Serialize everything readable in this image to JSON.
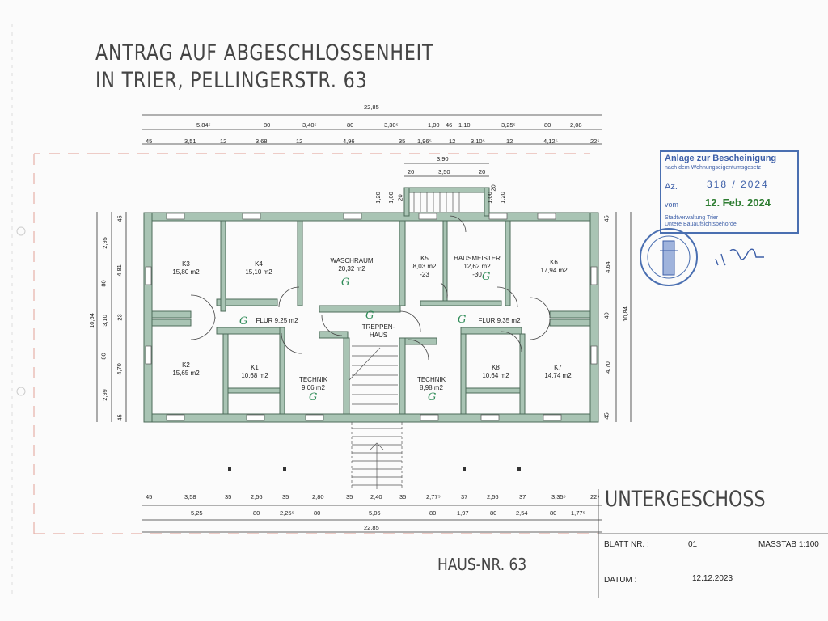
{
  "header": {
    "line1": "ANTRAG AUF ABGESCHLOSSENHEIT",
    "line2": "IN TRIER, PELLINGERSTR. 63"
  },
  "dims_top": {
    "total": "22,85",
    "row2": [
      "5,84⁵",
      "80",
      "3,40⁵",
      "80",
      "3,30⁵",
      "1,00",
      "46",
      "1,10",
      "3,25⁵",
      "80",
      "2,08"
    ],
    "row3": [
      "45",
      "3,51",
      "12",
      "3,68",
      "12",
      "4,96",
      "35",
      "1,96⁵",
      "12",
      "3,10⁵",
      "12",
      "4,12⁵",
      "22⁵"
    ],
    "stair": [
      "3,90",
      "20",
      "3,50",
      "20",
      "1,20",
      "1,00",
      "20",
      "1,00",
      "20",
      "1,20"
    ]
  },
  "dims_left": [
    "45",
    "2,95",
    "4,81",
    "80",
    "10,64",
    "23",
    "3,10",
    "80",
    "4,70",
    "2,99",
    "45"
  ],
  "dims_right": [
    "45",
    "4,64",
    "40",
    "10,84",
    "4,70",
    "45"
  ],
  "dims_bottom": {
    "row1": [
      "45",
      "3,58",
      "35",
      "2,56",
      "35",
      "2,80",
      "35",
      "2,40",
      "35",
      "2,77⁵",
      "37",
      "2,56",
      "37",
      "3,35⁵",
      "22⁵"
    ],
    "row2": [
      "5,25",
      "80",
      "2,25⁵",
      "80",
      "5,06",
      "80",
      "1,97",
      "80",
      "2,54",
      "80",
      "1,77⁵"
    ],
    "total": "22,85"
  },
  "rooms": [
    {
      "id": "K3",
      "area": "15,80 m2"
    },
    {
      "id": "K4",
      "area": "15,10 m2"
    },
    {
      "name": "WASCHRAUM",
      "area": "20,32 m2"
    },
    {
      "id": "K5",
      "area": "8,03 m2",
      "level": "-23"
    },
    {
      "name": "HAUSMEISTER",
      "area": "12,62 m2",
      "level": "-30"
    },
    {
      "id": "K6",
      "area": "17,94 m2"
    },
    {
      "name": "FLUR",
      "area": "9,25 m2"
    },
    {
      "name": "TREPPEN-",
      "name2": "HAUS"
    },
    {
      "name": "FLUR",
      "area": "9,35 m2"
    },
    {
      "id": "K2",
      "area": "15,65 m2"
    },
    {
      "id": "K1",
      "area": "10,68 m2"
    },
    {
      "name": "TECHNIK",
      "area": "9,06 m2"
    },
    {
      "name": "TECHNIK",
      "area": "8,98 m2"
    },
    {
      "id": "K8",
      "area": "10,64 m2"
    },
    {
      "id": "K7",
      "area": "14,74 m2"
    }
  ],
  "g_mark": "G",
  "stamp": {
    "title": "Anlage zur Bescheinigung",
    "subtitle": "nach dem Wohnungseigentumsgesetz",
    "az_label": "Az.",
    "az_value": "318 / 2024",
    "vom_label": "vom",
    "date": "12. Feb. 2024",
    "authority": "Stadtverwaltung Trier",
    "authority2": "Untere Bauaufsichtsbehörde"
  },
  "floor_label": "UNTERGESCHOSS",
  "house": "HAUS-NR. 63",
  "title_block": {
    "blatt_label": "BLATT NR. :",
    "blatt_value": "01",
    "masstab": "MASSTAB 1:100",
    "datum_label": "DATUM :",
    "datum_value": "12.12.2023"
  },
  "colors": {
    "wall": "#a9c4b4",
    "wall_stroke": "#4d6b5a",
    "stamp": "#3d5fa8",
    "g_mark": "#2e8b57"
  }
}
